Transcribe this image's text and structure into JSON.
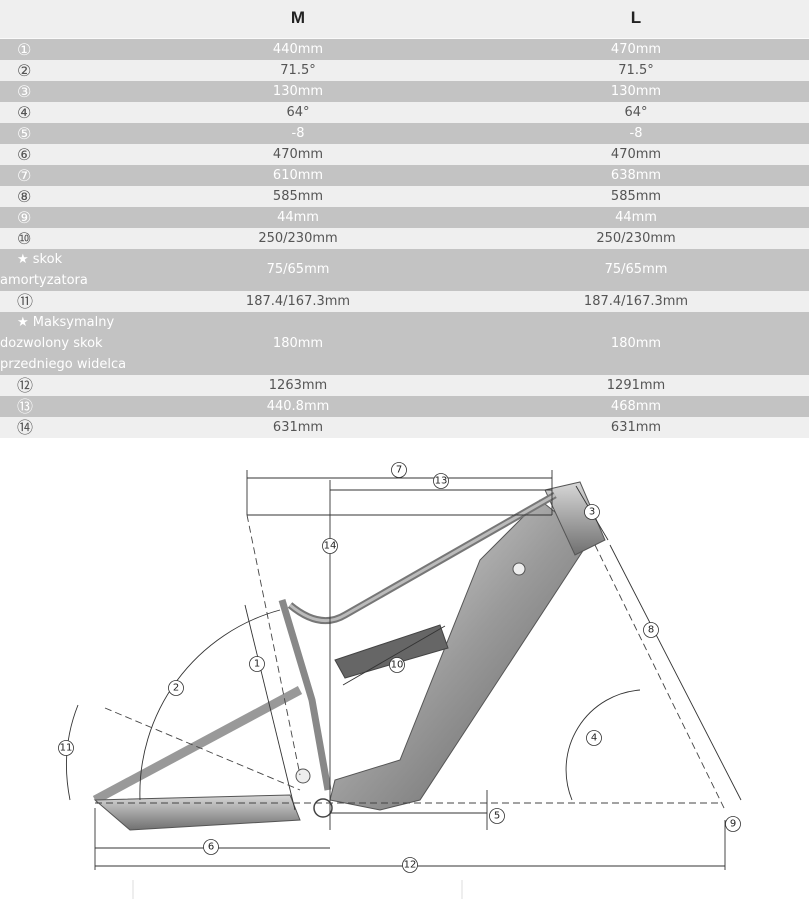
{
  "table": {
    "columns": [
      "M",
      "L"
    ],
    "rows": [
      {
        "label": "①",
        "M": "440mm",
        "L": "470mm"
      },
      {
        "label": "②",
        "M": "71.5°",
        "L": "71.5°"
      },
      {
        "label": "③",
        "M": "130mm",
        "L": "130mm"
      },
      {
        "label": "④",
        "M": "64°",
        "L": "64°"
      },
      {
        "label": "⑤",
        "M": "-8",
        "L": "-8"
      },
      {
        "label": "⑥",
        "M": "470mm",
        "L": "470mm"
      },
      {
        "label": "⑦",
        "M": "610mm",
        "L": "638mm"
      },
      {
        "label": "⑧",
        "M": "585mm",
        "L": "585mm"
      },
      {
        "label": "⑨",
        "M": "44mm",
        "L": "44mm"
      },
      {
        "label": "⑩",
        "M": "250/230mm",
        "L": "250/230mm"
      },
      {
        "label": "★ skok amortyzatora",
        "M": "75/65mm",
        "L": "75/65mm"
      },
      {
        "label": "⑪",
        "M": "187.4/167.3mm",
        "L": "187.4/167.3mm"
      },
      {
        "label": "★ Maksymalny dozwolony skok przedniego widelca",
        "M": "180mm",
        "L": "180mm"
      },
      {
        "label": "⑫",
        "M": "1263mm",
        "L": "1291mm"
      },
      {
        "label": "⑬",
        "M": "440.8mm",
        "L": "468mm"
      },
      {
        "label": "⑭",
        "M": "631mm",
        "L": "631mm"
      }
    ]
  },
  "diagram": {
    "labels": {
      "d1": "1",
      "d2": "2",
      "d3": "3",
      "d4": "4",
      "d5": "5",
      "d6": "6",
      "d7": "7",
      "d8": "8",
      "d9": "9",
      "d10": "10",
      "d11": "11",
      "d12": "12",
      "d13": "13",
      "d14": "14"
    }
  }
}
